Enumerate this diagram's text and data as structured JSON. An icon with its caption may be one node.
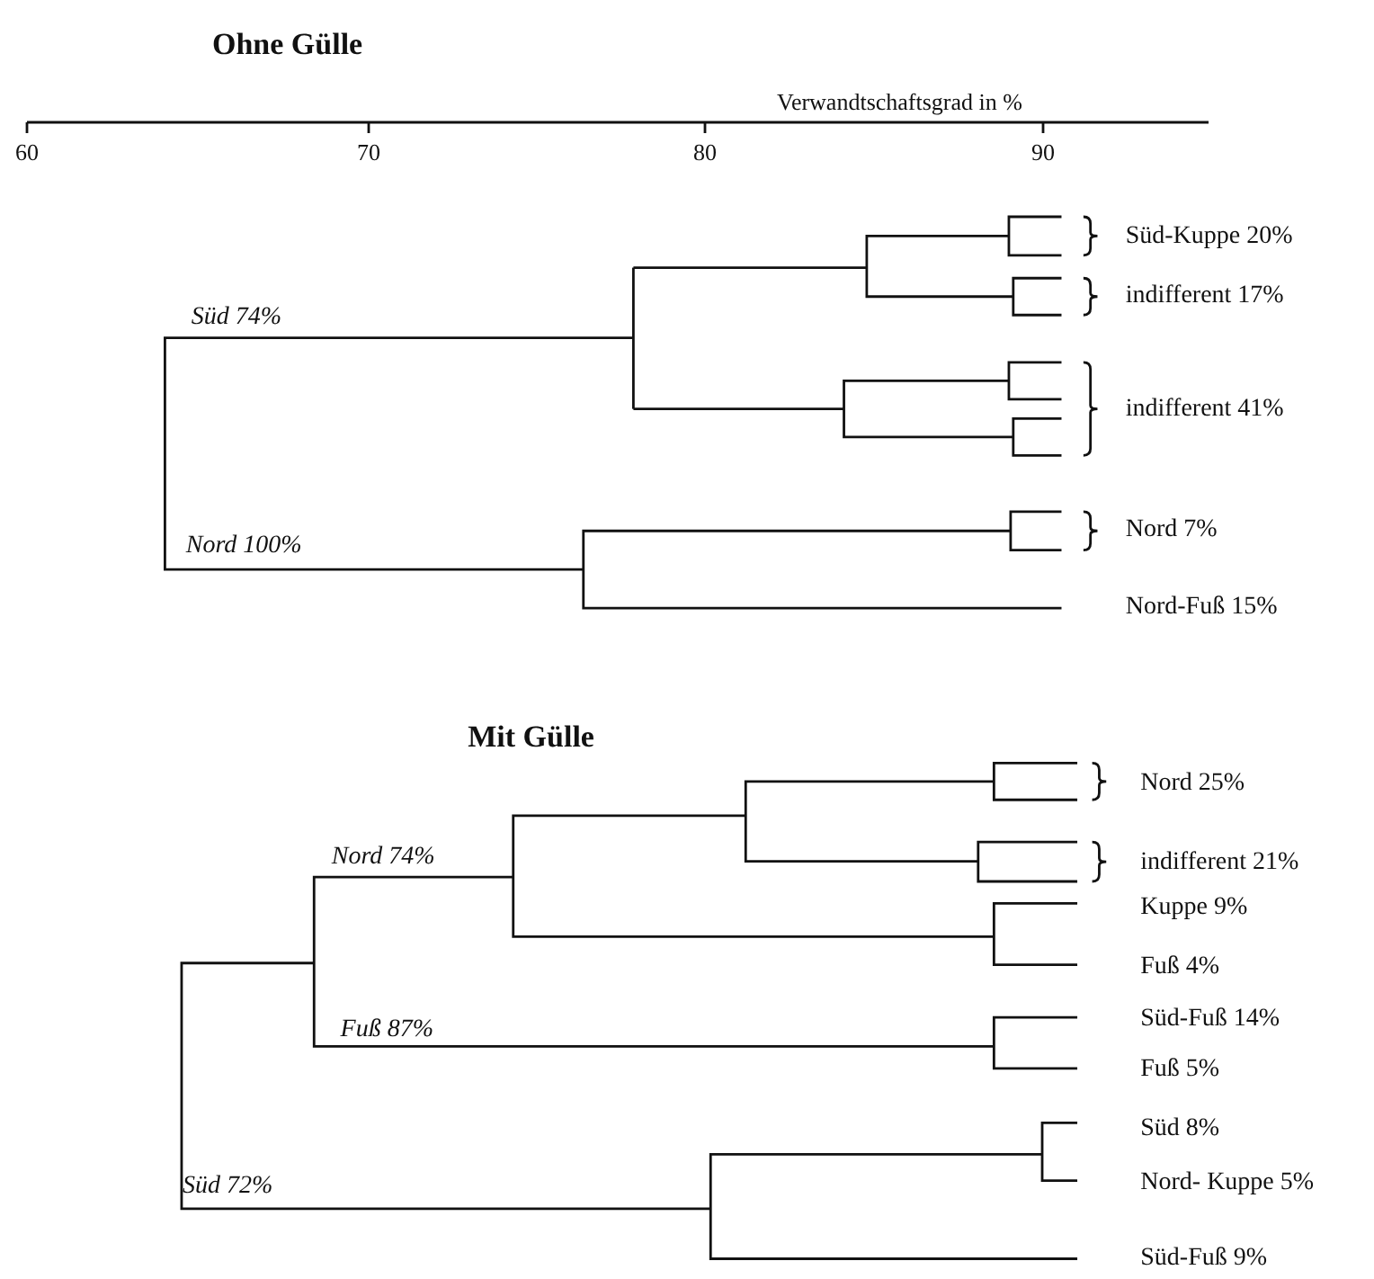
{
  "diagram": {
    "labels": [
      "Ohne Gülle",
      "Verwandtschaftsgrad in %",
      "60",
      "70",
      "80",
      "90",
      "Süd-Kuppe 20%",
      "Süd 74%",
      "indifferent 17%",
      "indifferent 41%",
      "Nord 7%",
      "Nord 100%",
      "Nord-Fuß 15%",
      "Mit Gülle",
      "Nord 25%",
      "Nord 74%",
      "indifferent 21%",
      "Kuppe 9%",
      "Fuß 4%",
      "Fuß 87%",
      "Süd-Fuß 14%",
      "Fuß 5%",
      "Süd 8%",
      "Süd 72%",
      "Nord- Kuppe 5%",
      "Süd-Fuß 9%"
    ]
  }
}
